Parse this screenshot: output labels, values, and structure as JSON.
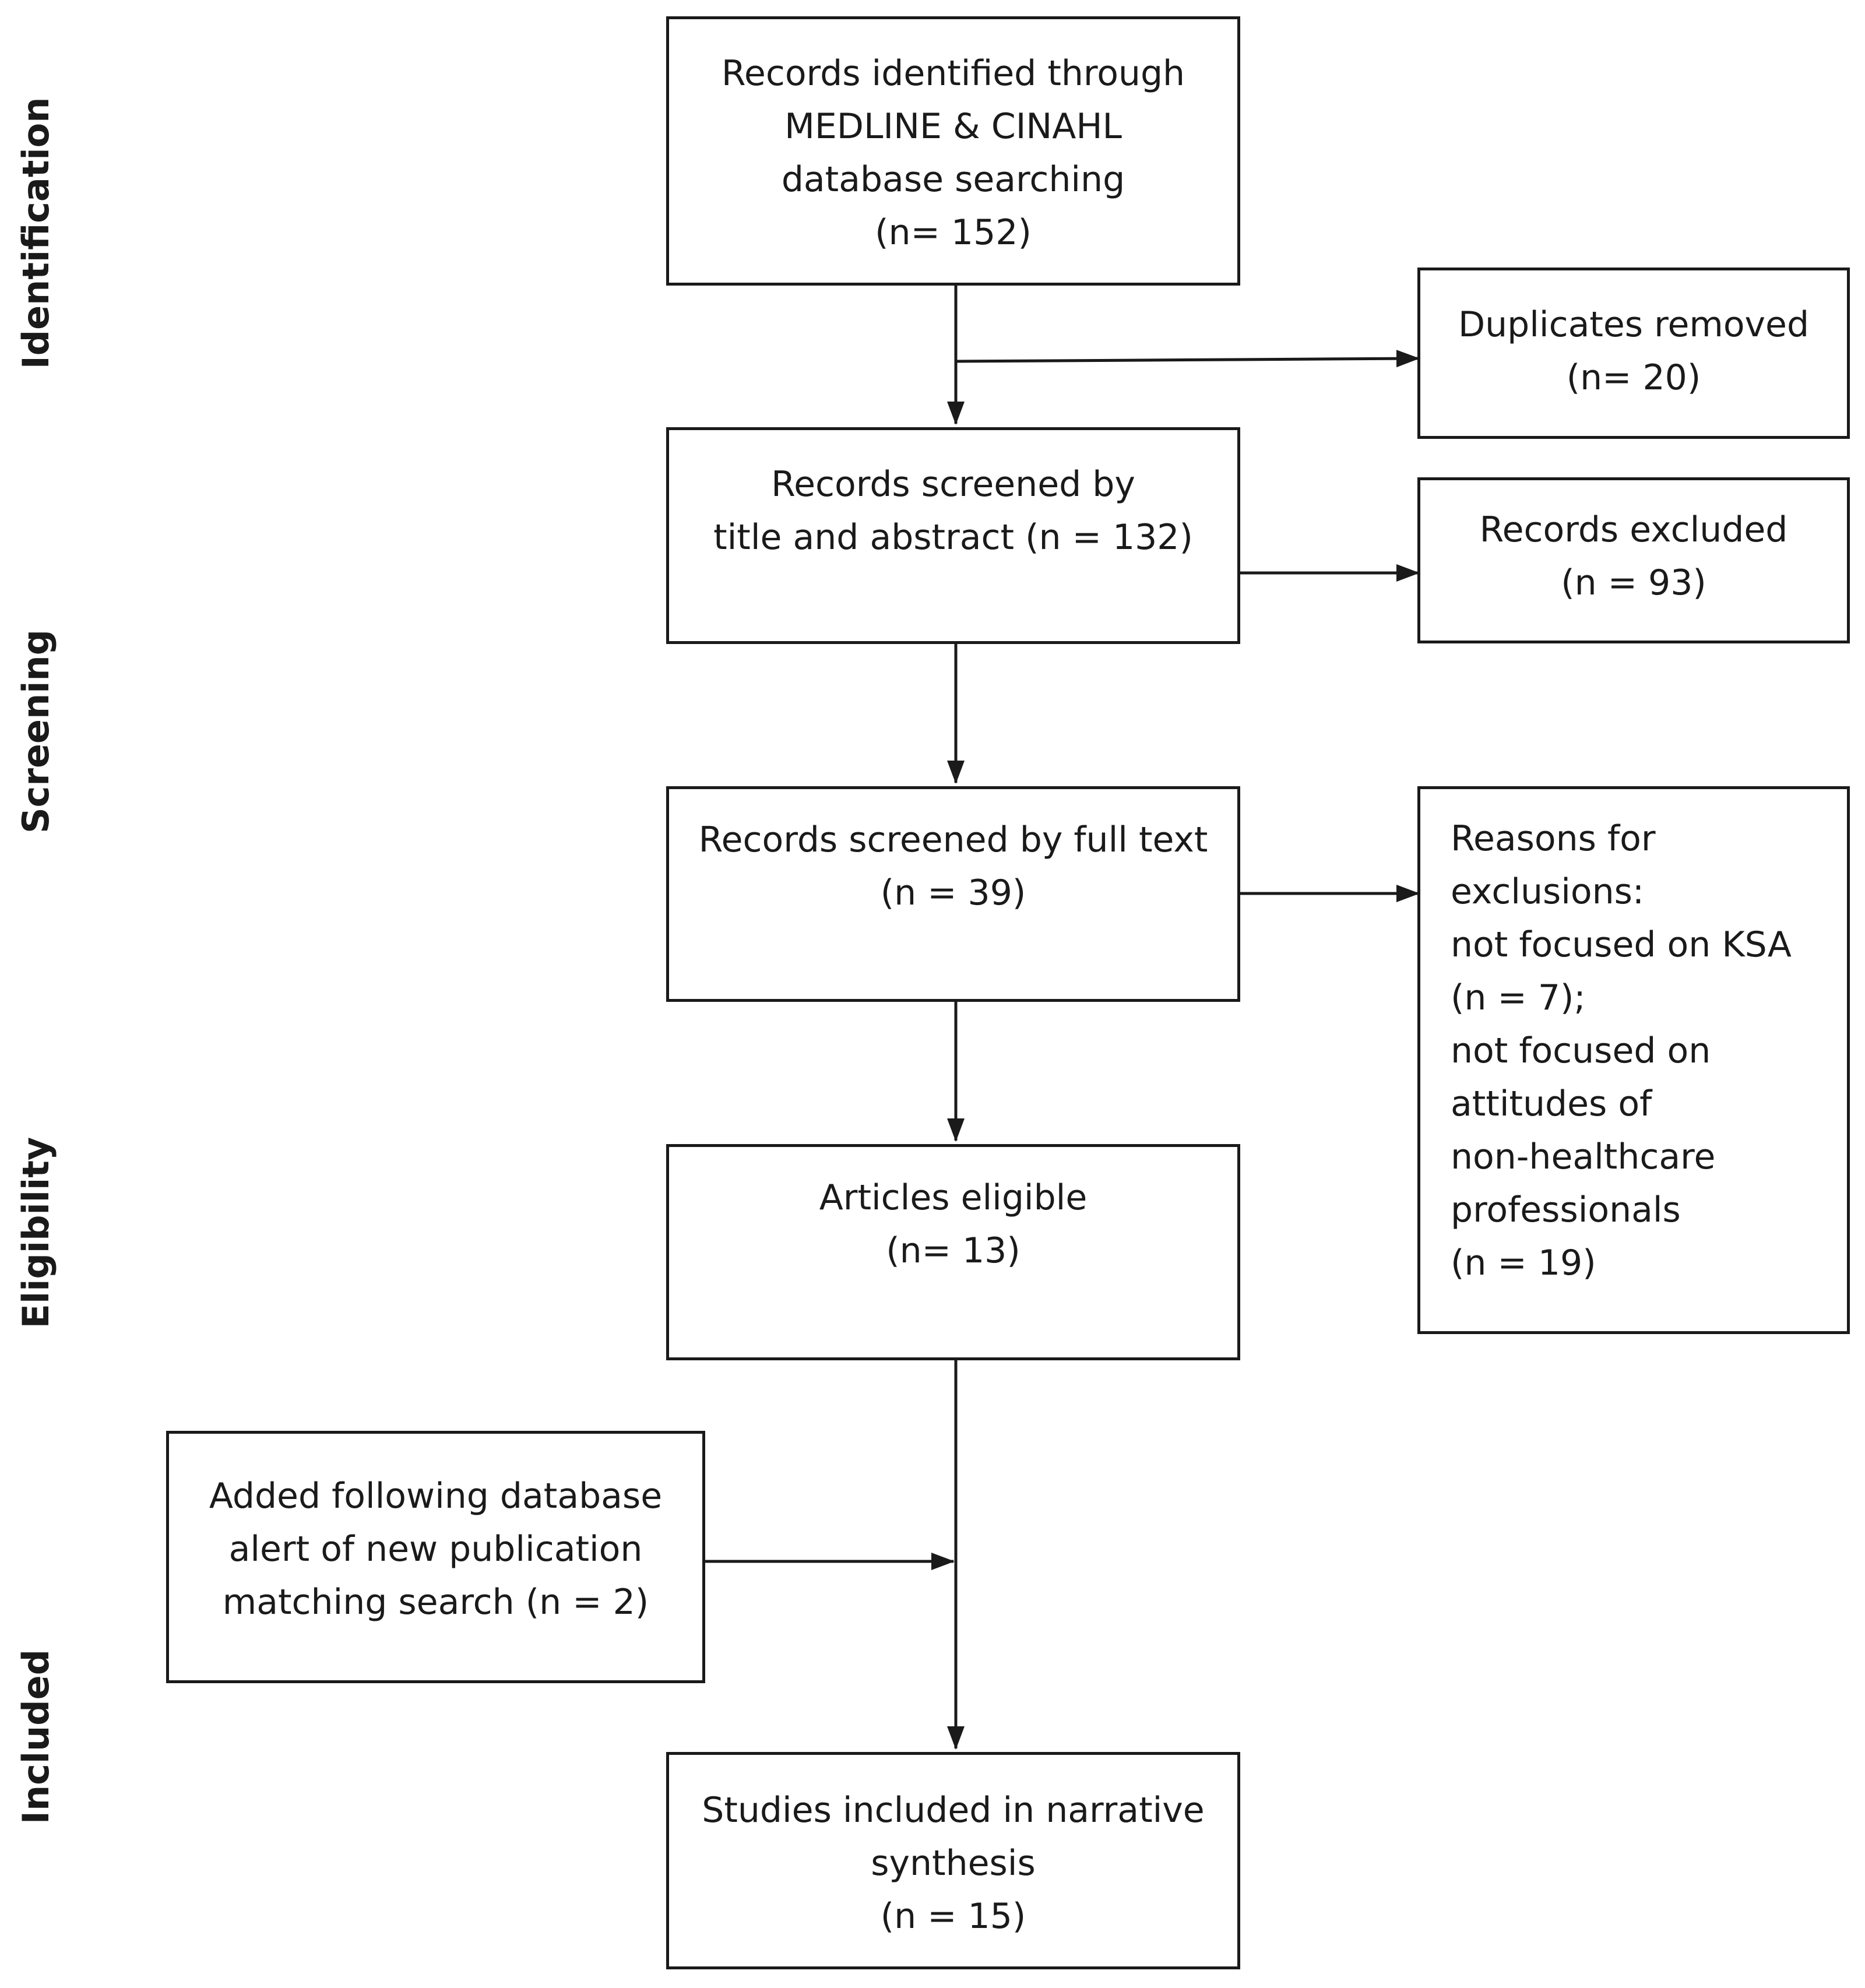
{
  "phases": {
    "identification": "Identification",
    "screening": "Screening",
    "eligibility": "Eligibility",
    "included": "Included"
  },
  "boxes": {
    "identified": {
      "lines": [
        "Records identified through",
        "MEDLINE & CINAHL",
        "database searching",
        "(n=  152)"
      ]
    },
    "duplicates": {
      "lines": [
        "Duplicates removed",
        "(n=  20)"
      ]
    },
    "title_abstract": {
      "lines": [
        "Records screened by",
        "title and abstract (n = 132)"
      ]
    },
    "excluded": {
      "lines": [
        "Records excluded",
        "(n = 93)"
      ]
    },
    "full_text": {
      "lines": [
        "Records screened by full text",
        "(n = 39)"
      ]
    },
    "reasons": {
      "lines": [
        "Reasons for",
        "exclusions:",
        "not focused on KSA",
        "(n = 7);",
        "not focused on",
        "attitudes of",
        "non-healthcare",
        "professionals",
        "(n = 19)"
      ]
    },
    "eligible": {
      "lines": [
        "Articles eligible",
        "(n=  13)"
      ]
    },
    "added": {
      "lines": [
        "Added following database",
        "alert of new publication",
        "matching search (n = 2)"
      ]
    },
    "included": {
      "lines": [
        "Studies included in narrative",
        "synthesis",
        "(n = 15)"
      ]
    }
  },
  "colors": {
    "stroke": "#1a1a1a",
    "background": "#ffffff"
  }
}
